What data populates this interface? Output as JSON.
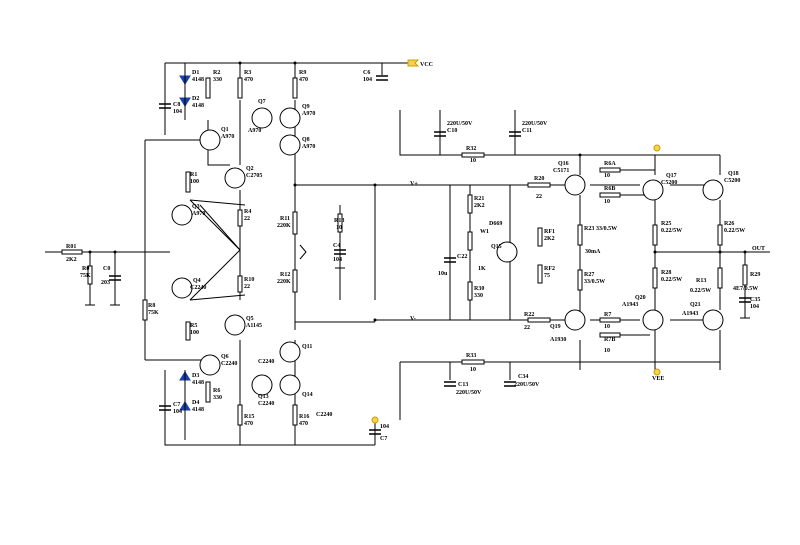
{
  "labels": {
    "vcc": "VCC",
    "d1": "D1",
    "d1v": "4148",
    "d2": "D2",
    "d2v": "4148",
    "c8a": "C8",
    "c8av": "104",
    "r2": "R2",
    "r2v": "330",
    "r3": "R3",
    "r3v": "470",
    "r9": "R9",
    "r9v": "470",
    "c6": "C6",
    "c6v": "104",
    "c10": "C10",
    "c10v": "220U/50V",
    "c11": "C11",
    "c11v": "220U/50V",
    "q1": "Q1",
    "q1v": "A970",
    "q7": "Q7",
    "q7v": "A970",
    "q9": "Q9",
    "q9v": "A970",
    "q8": "Q8",
    "q8v": "A970",
    "r32": "R32",
    "r32v": "10",
    "q2": "Q2",
    "q2v": "C2705",
    "r1": "R1",
    "r1v": "100",
    "q3": "Q3",
    "q3v": "A970",
    "r4": "R4",
    "r4v": "22",
    "r11": "R11",
    "r11v": "220K",
    "r18": "R18",
    "r18v": "10",
    "c4": "C4",
    "c4v": "104",
    "r01": "R01",
    "r01v": "2K2",
    "r0": "R0",
    "r0v": "75K",
    "c0": "C0",
    "c0v": "203",
    "q4": "Q4",
    "q4v": "C2240",
    "r10": "R10",
    "r10v": "22",
    "r12": "R12",
    "r12v": "220K",
    "r8": "R8",
    "r8v": "75K",
    "r5": "R5",
    "r5v": "100",
    "q5": "Q5",
    "q5v": "A1145",
    "q6": "Q6",
    "q6v": "C2240",
    "q11": "Q11",
    "q11v": "C2240",
    "d3": "D3",
    "d3v": "4148",
    "d4": "D4",
    "d4v": "4148",
    "c7": "C7",
    "c7v": "104",
    "r6": "R6",
    "r6v": "330",
    "q13": "Q13",
    "q13v": "C2240",
    "q14": "Q14",
    "r15": "R15",
    "r15v": "470",
    "r16": "R16",
    "r16v": "470",
    "c2240": "C2240",
    "c37": "C7",
    "c37v": "104",
    "r21": "R21",
    "r21v": "2K2",
    "d669": "D669",
    "w1": "W1",
    "q15": "Q15",
    "c22": "C22",
    "c22v": "10u",
    "w1v": "1K",
    "r30": "R30",
    "r30v": "330",
    "r20": "R20",
    "r20v": "22",
    "q16": "Q16",
    "q16v": "C5171",
    "r6a": "R6A",
    "r6av": "10",
    "r6b": "R6B",
    "r6bv": "10",
    "q17": "Q17",
    "q17v": "C5200",
    "q18": "Q18",
    "q18v": "C5200",
    "r23": "R23",
    "r23v": "33/0.5W",
    "rf1": "RF1",
    "rf1v": "2K2",
    "i": "30mA",
    "rf2": "RF2",
    "rf2v": "75",
    "r25": "R25",
    "r25v": "0.22/5W",
    "r26": "R26",
    "r26v": "0.22/5W",
    "r27": "R27",
    "r27v": "33/0.5W",
    "r28": "R28",
    "r28v": "0.22/5W",
    "r13": "R13",
    "r13v": "0.22/5W",
    "r29": "R29",
    "r29v": "4E7/0.5W",
    "c35": "C35",
    "c35v": "104",
    "out": "OUT",
    "q20": "Q20",
    "q20v": "A1943",
    "q21": "Q21",
    "q21v": "A1943",
    "r22": "R22",
    "r22v": "22",
    "q19": "Q19",
    "q19v": "A1930",
    "r7": "R7",
    "r7v": "10",
    "r7b": "R7B",
    "r7bv": "10",
    "r33": "R33",
    "r33v": "10",
    "c13": "C13",
    "c13v": "220U/50V",
    "c14": "C34",
    "c14v": "220U/50V",
    "vee": "VEE",
    "vp": "V+",
    "vm": "V-"
  }
}
